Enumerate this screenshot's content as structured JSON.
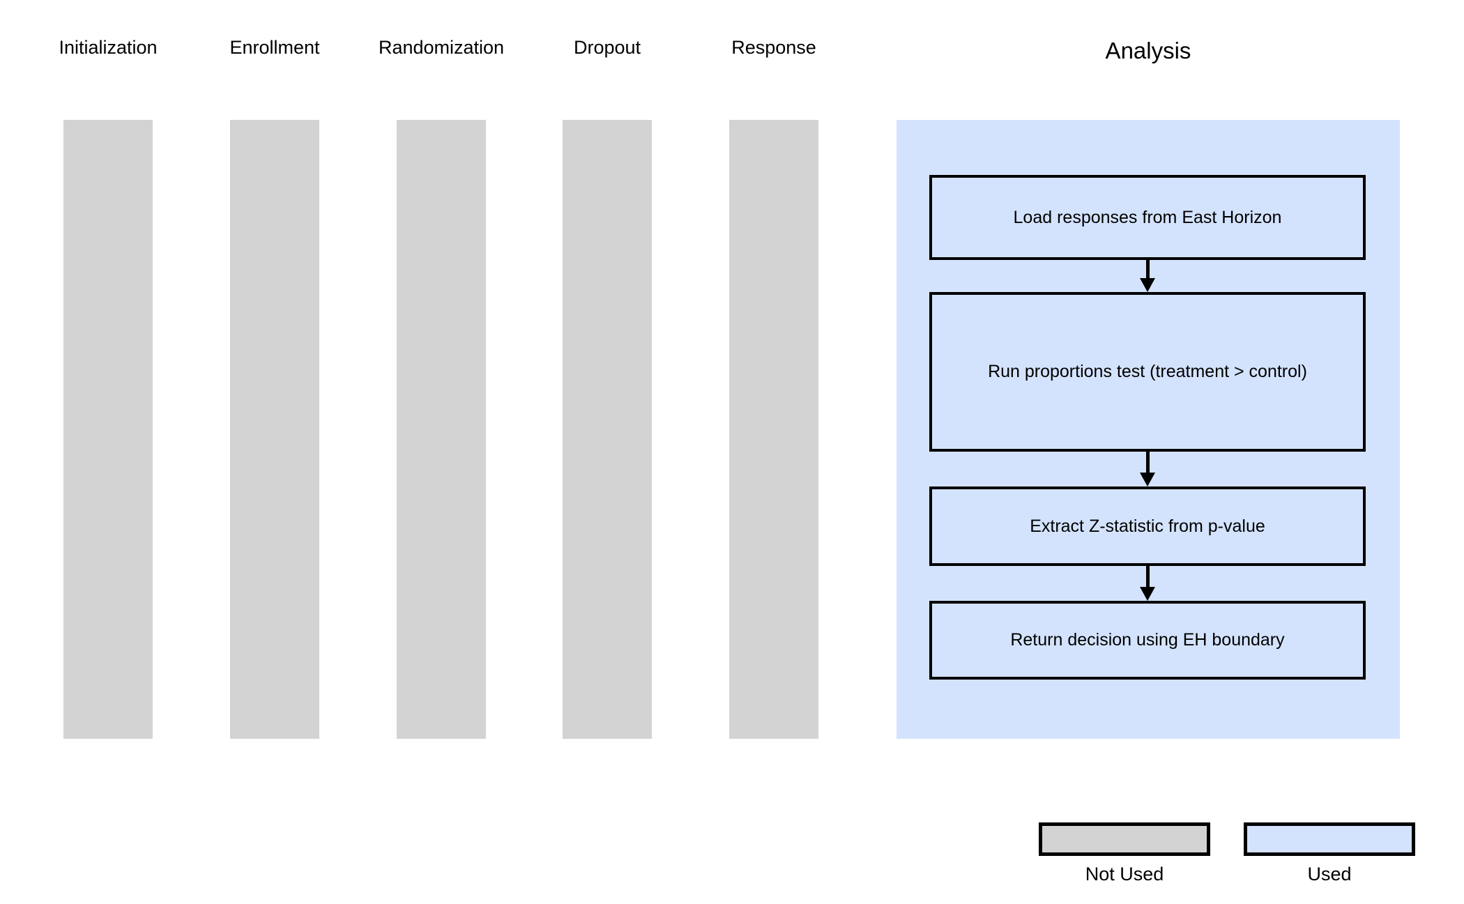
{
  "figure": {
    "background_color": "#ffffff",
    "used_color": "#d4e3fd",
    "not_used_color": "#d3d3d3",
    "outline_color": "#000000"
  },
  "stages": [
    {
      "label": "Initialization",
      "state": "not-used"
    },
    {
      "label": "Enrollment",
      "state": "not-used"
    },
    {
      "label": "Randomization",
      "state": "not-used"
    },
    {
      "label": "Dropout",
      "state": "not-used"
    },
    {
      "label": "Response",
      "state": "not-used"
    }
  ],
  "analysis": {
    "title": "Analysis",
    "state": "used",
    "steps": [
      {
        "text": "Load responses from East Horizon"
      },
      {
        "text": "Run proportions test (treatment > control)"
      },
      {
        "text": "Extract Z-statistic from p-value"
      },
      {
        "text": "Return decision using EH boundary"
      }
    ]
  },
  "legend": {
    "items": [
      {
        "label": "Not Used",
        "color": "#d3d3d3"
      },
      {
        "label": "Used",
        "color": "#d4e3fd"
      }
    ]
  }
}
